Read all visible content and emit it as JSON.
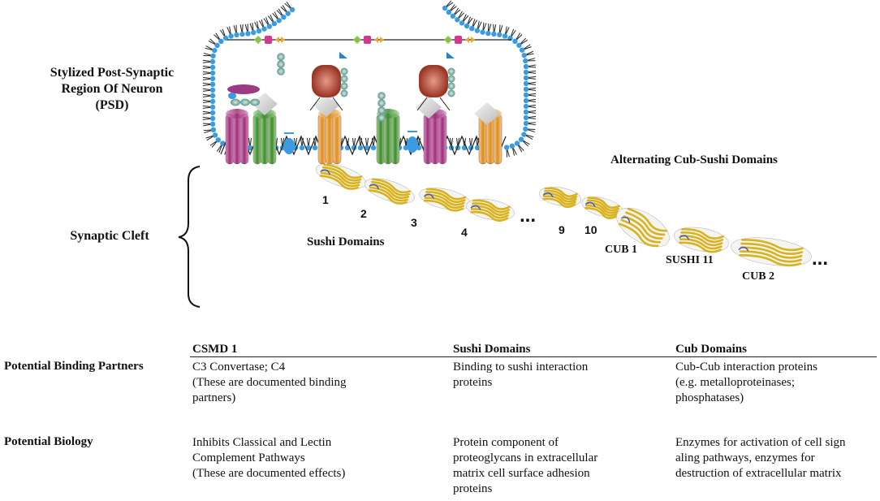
{
  "labels": {
    "psd": "Stylized Post-Synaptic\nRegion Of Neuron\n(PSD)",
    "cleft": "Synaptic Cleft",
    "sushi": "Sushi Domains",
    "alternating": "Alternating Cub-Sushi Domains"
  },
  "domain_numbers": [
    "1",
    "2",
    "3",
    "4",
    "9",
    "10"
  ],
  "cub_labels": {
    "cub1": "CUB 1",
    "sushi11": "SUSHI 11",
    "cub2": "CUB 2"
  },
  "ellipsis": "...",
  "table": {
    "headers": [
      "CSMD 1",
      "Sushi Domains",
      "Cub Domains"
    ],
    "rows": [
      {
        "label": "Potential Binding Partners",
        "cells": [
          "C3 Convertase; C4\n(These are documented binding\npartners)",
          "Binding to sushi interaction\nproteins",
          "Cub-Cub interaction proteins\n(e.g. metalloproteinases;\nphosphatases)"
        ]
      },
      {
        "label": "Potential Biology",
        "cells": [
          "Inhibits Classical and Lectin\nComplement Pathways\n(These are documented effects)",
          "Protein component of\nproteoglycans in extracellular\nmatrix cell surface adhesion\nproteins",
          "Enzymes for activation of cell sign\naling pathways, enzymes for\ndestruction of extracellular matrix"
        ]
      }
    ]
  },
  "colors": {
    "lipid_head": "#3b9be0",
    "protein_magenta": "#b0448f",
    "protein_green": "#4d9a3a",
    "protein_orange": "#e6962b",
    "protein_red": "#b84a3a",
    "sushi_gold": "#d9b21e",
    "teal": "#6fa79a"
  }
}
